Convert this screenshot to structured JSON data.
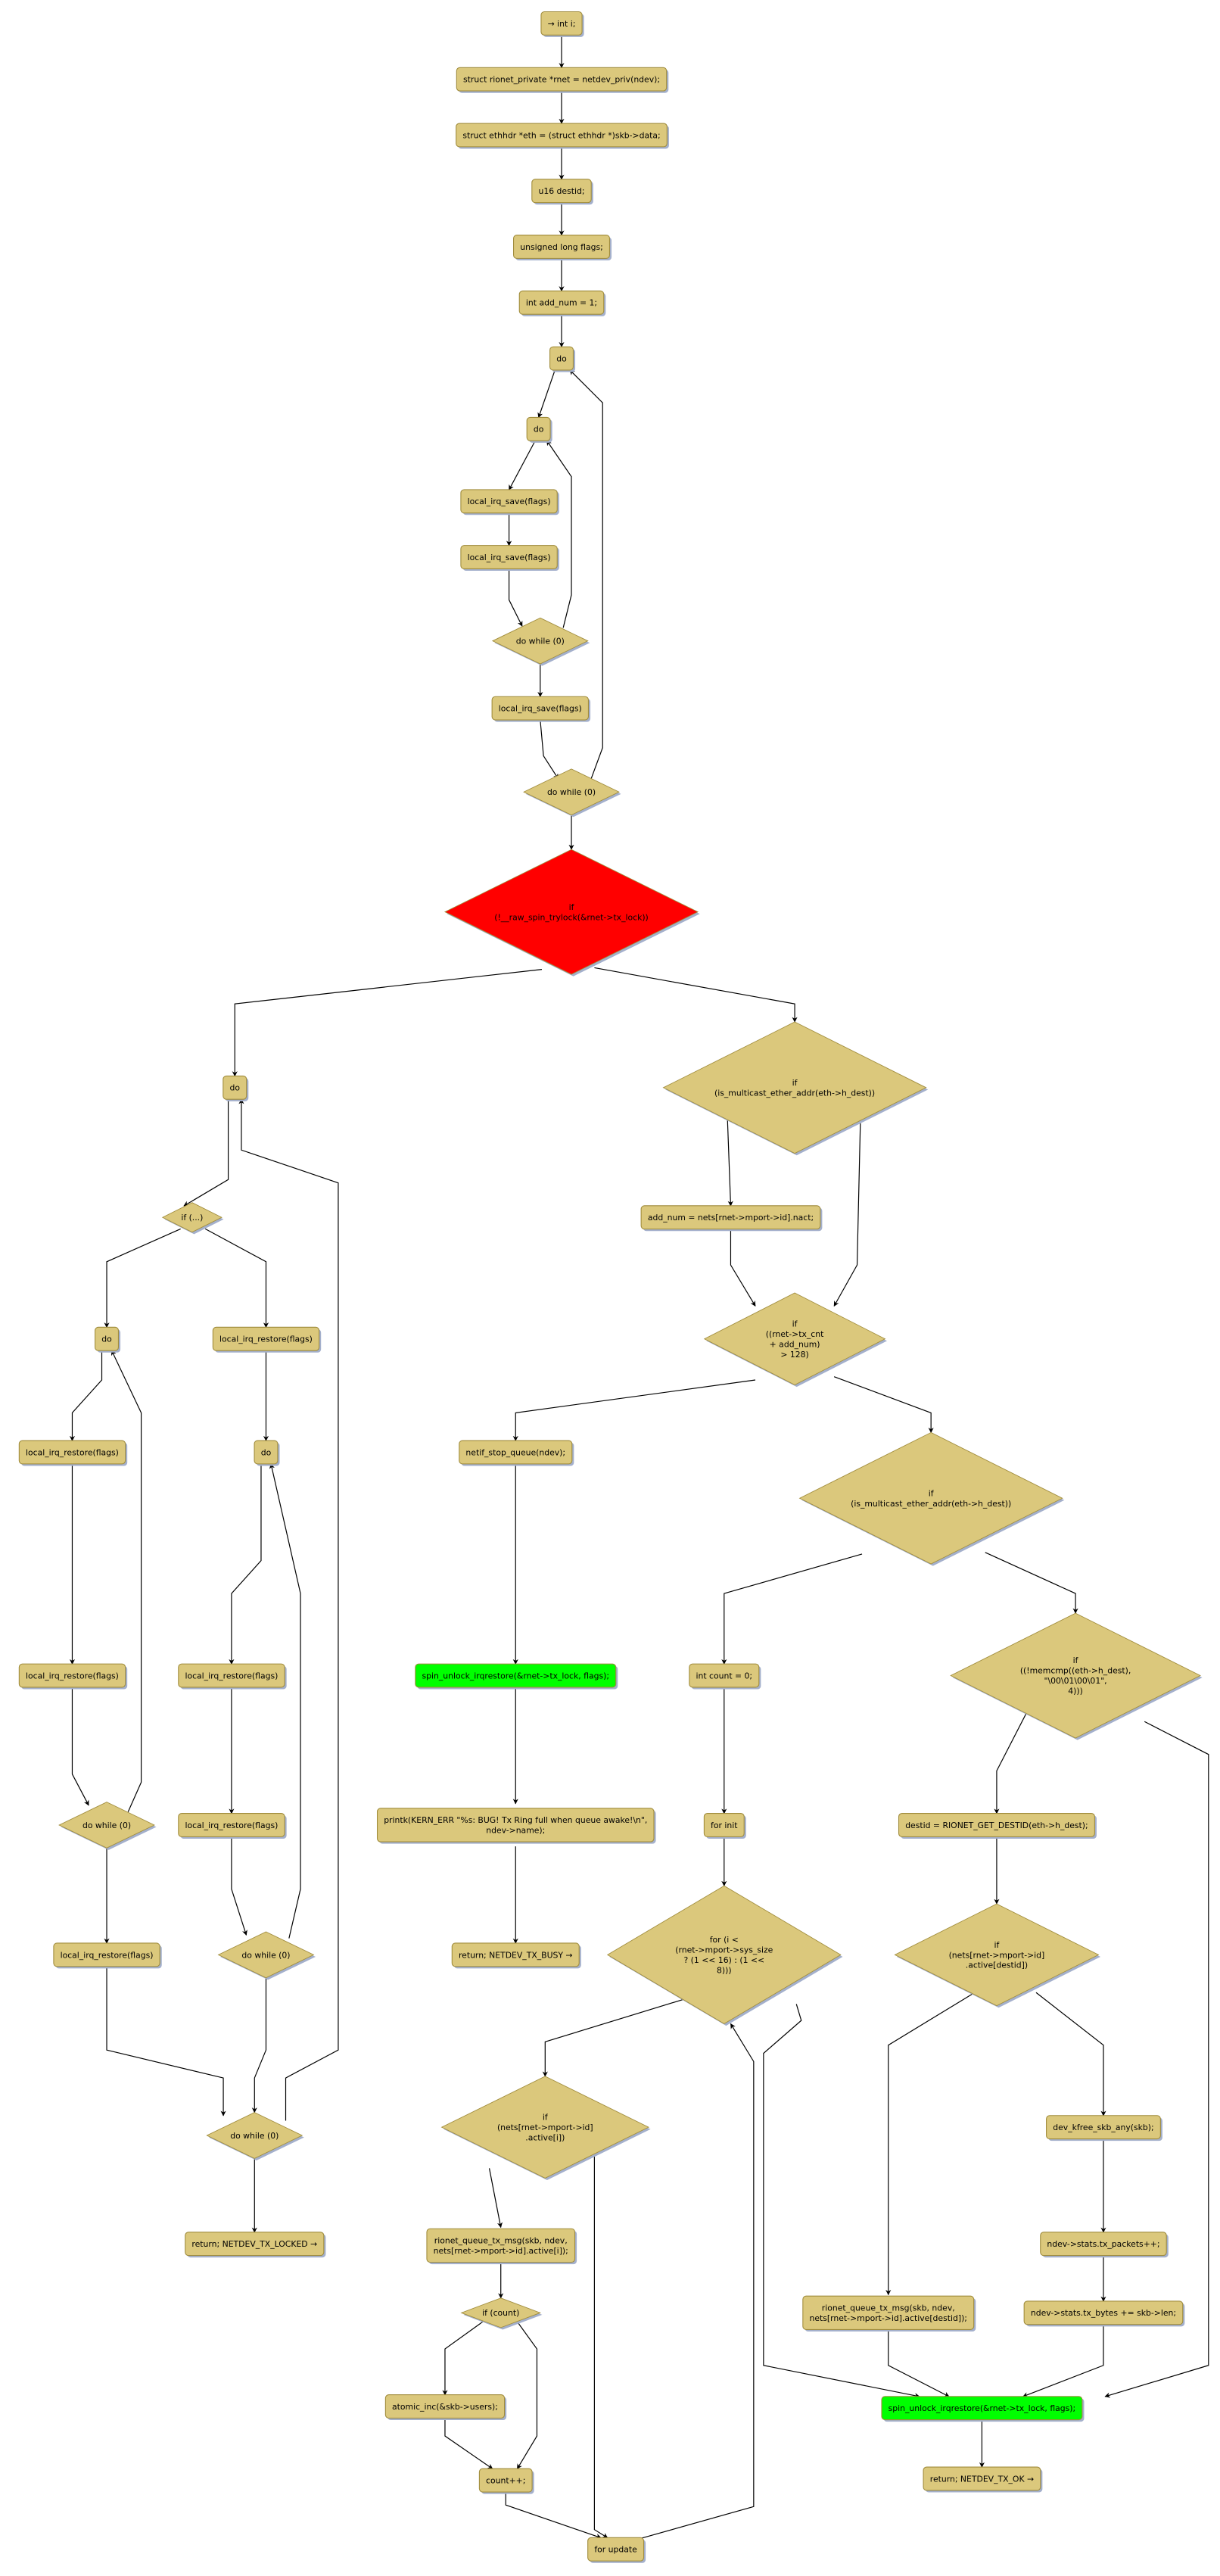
{
  "colors": {
    "node_fill": "#dbc87c",
    "node_stroke": "#a08c3c",
    "shadow": "#a4b0cc",
    "highlight_red": "#ff0000",
    "highlight_green": "#00ff00",
    "edge": "#000000"
  },
  "nodes": [
    {
      "id": "n0",
      "kind": "action",
      "lines": [
        "→ int i;"
      ]
    },
    {
      "id": "n1",
      "kind": "action",
      "lines": [
        "struct rionet_private *rnet = netdev_priv(ndev);"
      ]
    },
    {
      "id": "n2",
      "kind": "action",
      "lines": [
        "struct ethhdr *eth = (struct ethhdr *)skb->data;"
      ]
    },
    {
      "id": "n3",
      "kind": "action",
      "lines": [
        "u16 destid;"
      ]
    },
    {
      "id": "n4",
      "kind": "action",
      "lines": [
        "unsigned long flags;"
      ]
    },
    {
      "id": "n5",
      "kind": "action",
      "lines": [
        "int add_num = 1;"
      ]
    },
    {
      "id": "n6",
      "kind": "action",
      "lines": [
        "do"
      ]
    },
    {
      "id": "n7",
      "kind": "action",
      "lines": [
        "do"
      ]
    },
    {
      "id": "n8",
      "kind": "action",
      "lines": [
        "local_irq_save(flags)"
      ]
    },
    {
      "id": "n9",
      "kind": "action",
      "lines": [
        "local_irq_save(flags)"
      ]
    },
    {
      "id": "d1",
      "kind": "decision",
      "lines": [
        "do while (0)"
      ]
    },
    {
      "id": "n10",
      "kind": "action",
      "lines": [
        "local_irq_save(flags)"
      ]
    },
    {
      "id": "d2",
      "kind": "decision",
      "lines": [
        "do while (0)"
      ]
    },
    {
      "id": "dRed",
      "kind": "decision",
      "highlight": "red",
      "lines": [
        "if",
        "(!__raw_spin_trylock(&rnet->tx_lock))"
      ]
    },
    {
      "id": "n11",
      "kind": "action",
      "lines": [
        "do"
      ]
    },
    {
      "id": "d3",
      "kind": "decision",
      "lines": [
        "if (...)"
      ]
    },
    {
      "id": "n12",
      "kind": "action",
      "lines": [
        "do"
      ]
    },
    {
      "id": "n13",
      "kind": "action",
      "lines": [
        "local_irq_restore(flags)"
      ]
    },
    {
      "id": "n14",
      "kind": "action",
      "lines": [
        "local_irq_restore(flags)"
      ]
    },
    {
      "id": "n15",
      "kind": "action",
      "lines": [
        "local_irq_restore(flags)"
      ]
    },
    {
      "id": "d4",
      "kind": "decision",
      "lines": [
        "do while (0)"
      ]
    },
    {
      "id": "n16",
      "kind": "action",
      "lines": [
        "local_irq_restore(flags)"
      ]
    },
    {
      "id": "n17",
      "kind": "action",
      "lines": [
        "do"
      ]
    },
    {
      "id": "n18",
      "kind": "action",
      "lines": [
        "local_irq_restore(flags)"
      ]
    },
    {
      "id": "n19",
      "kind": "action",
      "lines": [
        "local_irq_restore(flags)"
      ]
    },
    {
      "id": "d5",
      "kind": "decision",
      "lines": [
        "do while (0)"
      ]
    },
    {
      "id": "d6",
      "kind": "decision",
      "lines": [
        "do while (0)"
      ]
    },
    {
      "id": "n20",
      "kind": "action",
      "lines": [
        "return; NETDEV_TX_LOCKED →"
      ]
    },
    {
      "id": "d7",
      "kind": "decision",
      "lines": [
        "if",
        "(is_multicast_ether_addr(eth->h_dest))"
      ]
    },
    {
      "id": "n21",
      "kind": "action",
      "lines": [
        "add_num = nets[rnet->mport->id].nact;"
      ]
    },
    {
      "id": "d8",
      "kind": "decision",
      "lines": [
        "if",
        "((rnet->tx_cnt",
        "+ add_num)",
        "> 128)"
      ]
    },
    {
      "id": "n22",
      "kind": "action",
      "lines": [
        "netif_stop_queue(ndev);"
      ]
    },
    {
      "id": "n23",
      "kind": "action",
      "highlight": "green",
      "lines": [
        "spin_unlock_irqrestore(&rnet->tx_lock, flags);"
      ]
    },
    {
      "id": "n24",
      "kind": "action",
      "lines": [
        "printk(KERN_ERR \"%s: BUG! Tx Ring full when queue awake!\\n\",",
        "ndev->name);"
      ]
    },
    {
      "id": "n25",
      "kind": "action",
      "lines": [
        "return; NETDEV_TX_BUSY →"
      ]
    },
    {
      "id": "d9",
      "kind": "decision",
      "lines": [
        "if",
        "(is_multicast_ether_addr(eth->h_dest))"
      ]
    },
    {
      "id": "n26",
      "kind": "action",
      "lines": [
        "int count = 0;"
      ]
    },
    {
      "id": "n27",
      "kind": "action",
      "lines": [
        "for init"
      ]
    },
    {
      "id": "d10",
      "kind": "decision",
      "lines": [
        "for (i <",
        "(rnet->mport->sys_size",
        "? (1 << 16) : (1 <<",
        "8)))"
      ]
    },
    {
      "id": "d11",
      "kind": "decision",
      "lines": [
        "if",
        "(nets[rnet->mport->id]",
        ".active[i])"
      ]
    },
    {
      "id": "n28",
      "kind": "action",
      "lines": [
        "rionet_queue_tx_msg(skb, ndev,",
        "nets[rnet->mport->id].active[i]);"
      ]
    },
    {
      "id": "d12",
      "kind": "decision",
      "lines": [
        "if (count)"
      ]
    },
    {
      "id": "n29",
      "kind": "action",
      "lines": [
        "atomic_inc(&skb->users);"
      ]
    },
    {
      "id": "n30",
      "kind": "action",
      "lines": [
        "count++;"
      ]
    },
    {
      "id": "n31",
      "kind": "action",
      "lines": [
        "for update"
      ]
    },
    {
      "id": "d13",
      "kind": "decision",
      "lines": [
        "if",
        "((!memcmp((eth->h_dest),",
        "\"\\00\\01\\00\\01\",",
        "4)))"
      ]
    },
    {
      "id": "n32",
      "kind": "action",
      "lines": [
        "destid = RIONET_GET_DESTID(eth->h_dest);"
      ]
    },
    {
      "id": "d14",
      "kind": "decision",
      "lines": [
        "if",
        "(nets[rnet->mport->id]",
        ".active[destid])"
      ]
    },
    {
      "id": "n33",
      "kind": "action",
      "lines": [
        "dev_kfree_skb_any(skb);"
      ]
    },
    {
      "id": "n34",
      "kind": "action",
      "lines": [
        "ndev->stats.tx_packets++;"
      ]
    },
    {
      "id": "n35",
      "kind": "action",
      "lines": [
        "ndev->stats.tx_bytes += skb->len;"
      ]
    },
    {
      "id": "n36",
      "kind": "action",
      "lines": [
        "rionet_queue_tx_msg(skb, ndev,",
        "nets[rnet->mport->id].active[destid]);"
      ]
    },
    {
      "id": "n37",
      "kind": "action",
      "highlight": "green",
      "lines": [
        "spin_unlock_irqrestore(&rnet->tx_lock, flags);"
      ]
    },
    {
      "id": "n38",
      "kind": "action",
      "lines": [
        "return; NETDEV_TX_OK →"
      ]
    }
  ]
}
